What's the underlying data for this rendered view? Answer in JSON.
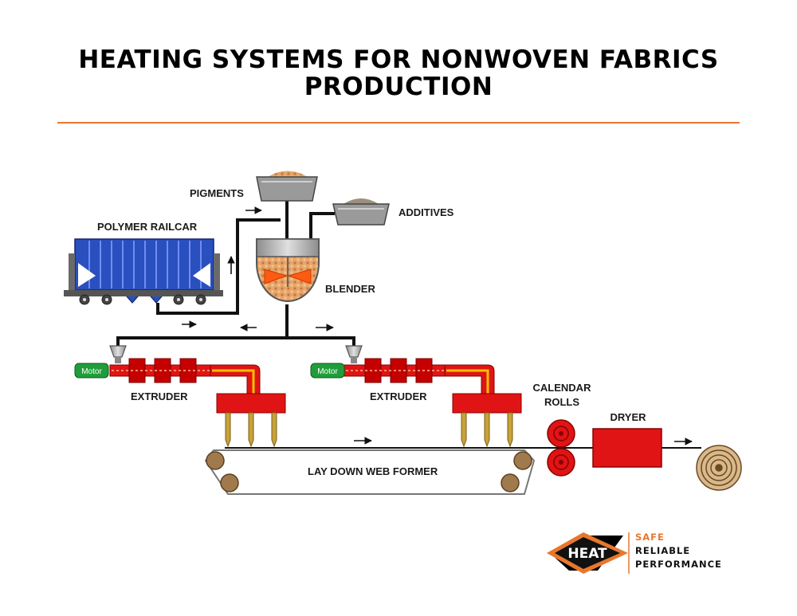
{
  "title": {
    "line1": "HEATING SYSTEMS FOR NONWOVEN FABRICS",
    "line2": "PRODUCTION"
  },
  "labels": {
    "pigments": "PIGMENTS",
    "additives": "ADDITIVES",
    "polymer_railcar": "POLYMER RAILCAR",
    "blender": "BLENDER",
    "extruder_left": "EXTRUDER",
    "extruder_right": "EXTRUDER",
    "motor_left": "Motor",
    "motor_right": "Motor",
    "calendar_line1": "CALENDAR",
    "calendar_line2": "ROLLS",
    "dryer": "DRYER",
    "web_former": "LAY DOWN WEB FORMER"
  },
  "logo": {
    "word": "HEAT",
    "tagline": [
      "SAFE",
      "RELIABLE",
      "PERFORMANCE"
    ]
  },
  "colors": {
    "accent": "#e8772e",
    "heater_red": "#e01414",
    "railcar_blue": "#2a4fbf",
    "motor_green": "#1f9d3a",
    "nozzle_gold": "#c8a23a"
  }
}
